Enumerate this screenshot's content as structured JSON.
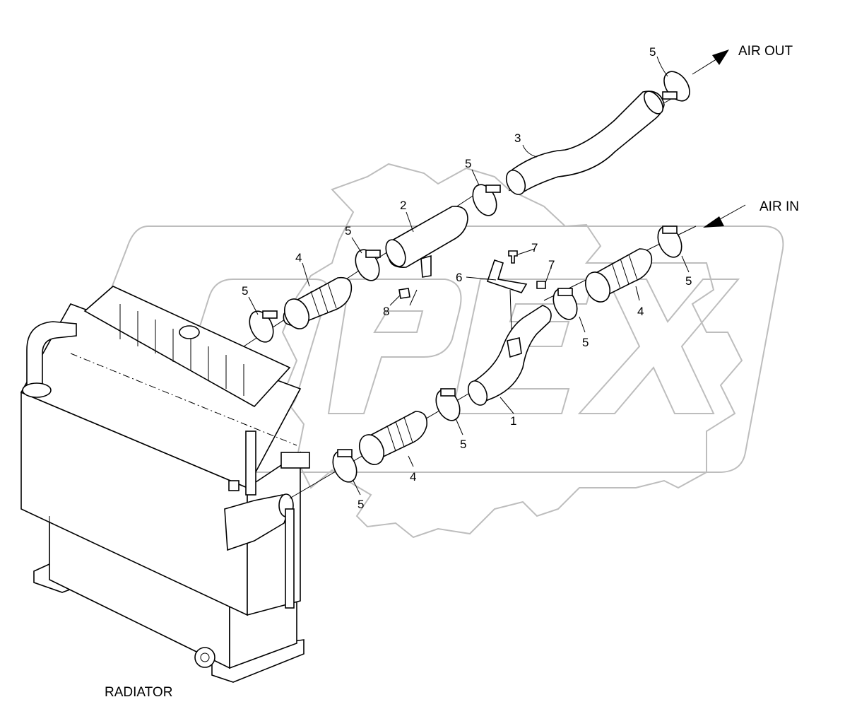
{
  "watermark": "OPEX",
  "labels": {
    "air_out": "AIR OUT",
    "air_in": "AIR IN",
    "radiator": "RADIATOR"
  },
  "callouts": {
    "part_1": "1",
    "part_2": "2",
    "part_3": "3",
    "part_4": "4",
    "part_5": "5",
    "part_6": "6",
    "part_7": "7",
    "part_8": "8"
  }
}
